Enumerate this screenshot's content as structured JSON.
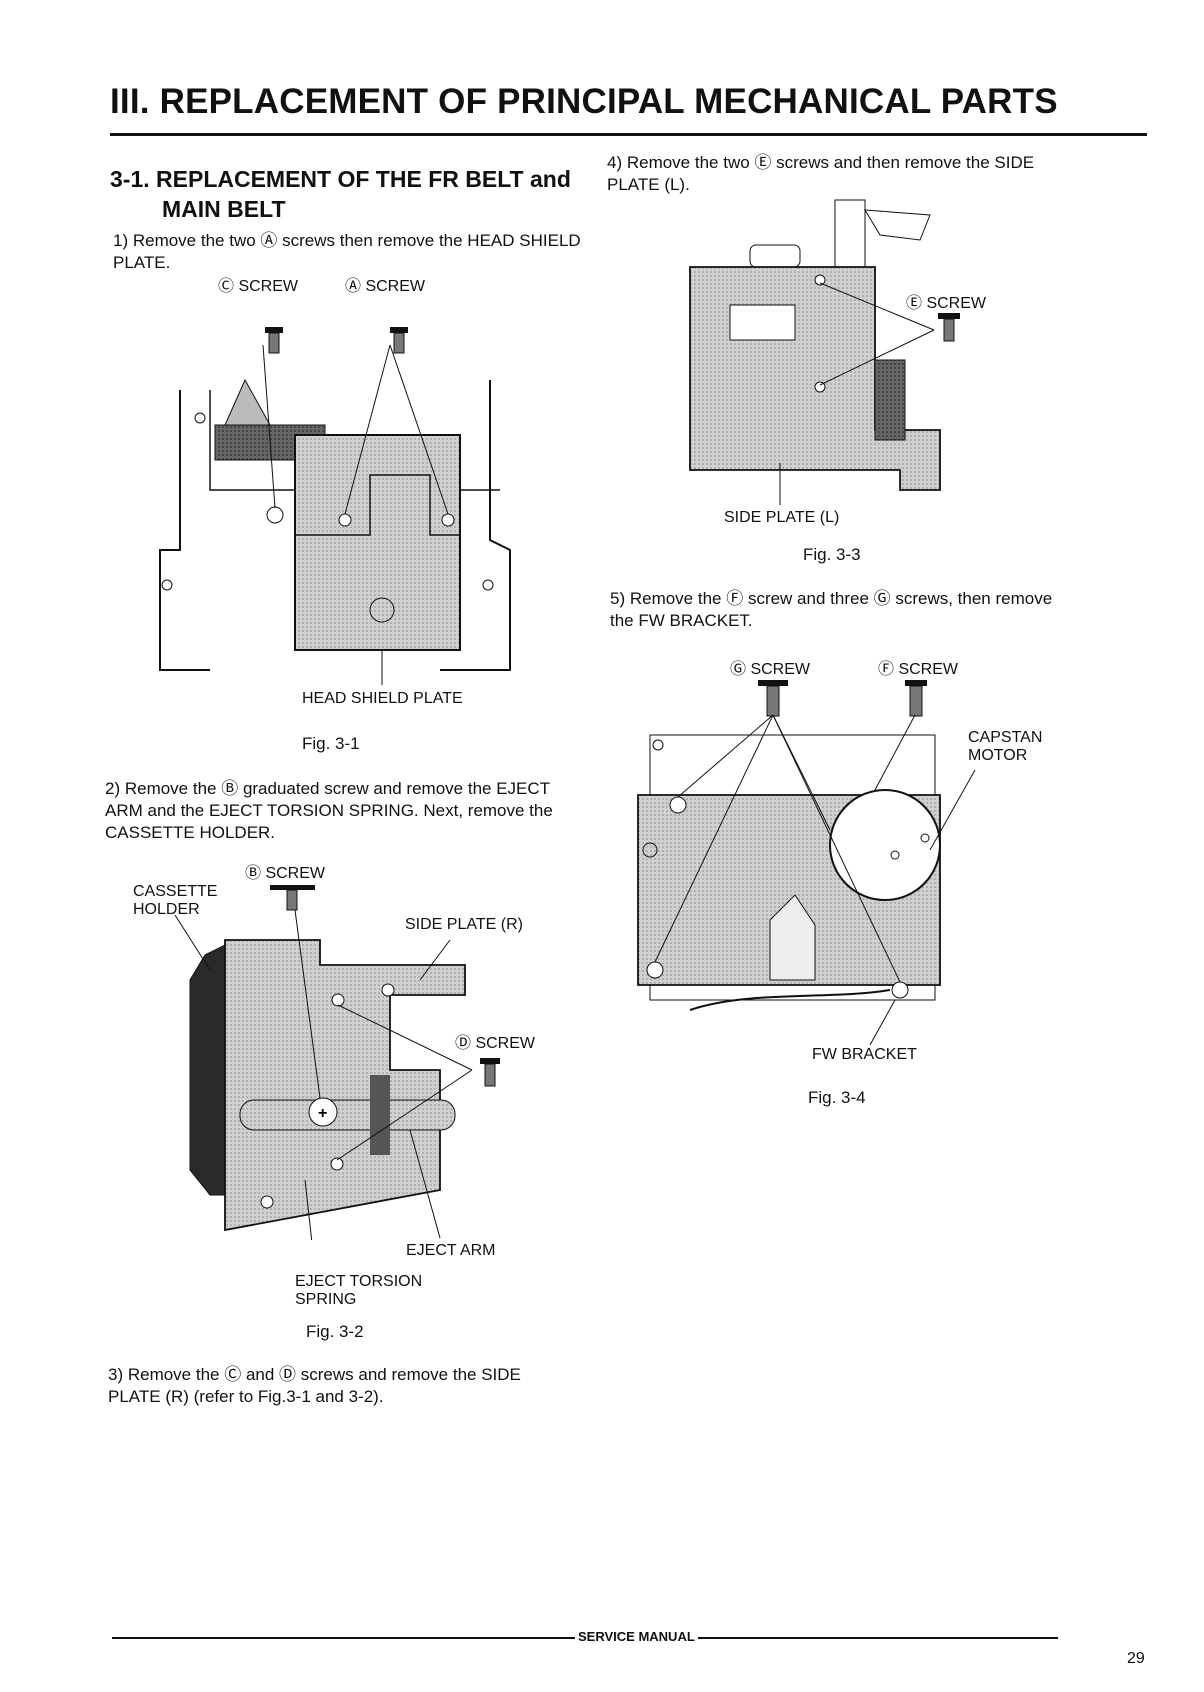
{
  "header": {
    "title": "III. REPLACEMENT OF PRINCIPAL MECHANICAL PARTS"
  },
  "section": {
    "heading_line1": "3-1. REPLACEMENT OF THE FR BELT and",
    "heading_line2": "MAIN BELT"
  },
  "steps": {
    "s1": "1) Remove the two Ⓐ screws then remove the HEAD SHIELD PLATE.",
    "s2": "2) Remove the Ⓑ graduated screw and remove the EJECT ARM and the EJECT TORSION SPRING. Next, remove the CASSETTE HOLDER.",
    "s3": "3) Remove the Ⓒ and Ⓓ screws and remove the SIDE PLATE (R) (refer to Fig.3-1 and 3-2).",
    "s4": "4) Remove the two Ⓔ screws and then remove the SIDE PLATE (L).",
    "s5": "5) Remove the Ⓕ screw and three Ⓖ screws, then remove the FW BRACKET."
  },
  "fig1": {
    "screw_c": "Ⓒ SCREW",
    "screw_a": "Ⓐ SCREW",
    "part": "HEAD SHIELD PLATE",
    "caption": "Fig. 3-1"
  },
  "fig2": {
    "screw_b": "Ⓑ SCREW",
    "holder_1": "CASSETTE",
    "holder_2": "HOLDER",
    "side_plate": "SIDE PLATE (R)",
    "screw_d": "Ⓓ SCREW",
    "eject_arm": "EJECT ARM",
    "spring_1": "EJECT TORSION",
    "spring_2": "SPRING",
    "caption": "Fig. 3-2"
  },
  "fig3": {
    "screw_e": "Ⓔ SCREW",
    "part": "SIDE PLATE (L)",
    "caption": "Fig. 3-3"
  },
  "fig4": {
    "screw_g": "Ⓖ SCREW",
    "screw_f": "Ⓕ SCREW",
    "motor_1": "CAPSTAN",
    "motor_2": "MOTOR",
    "bracket": "FW BRACKET",
    "caption": "Fig. 3-4"
  },
  "footer": {
    "label": "SERVICE MANUAL",
    "page": "29"
  }
}
